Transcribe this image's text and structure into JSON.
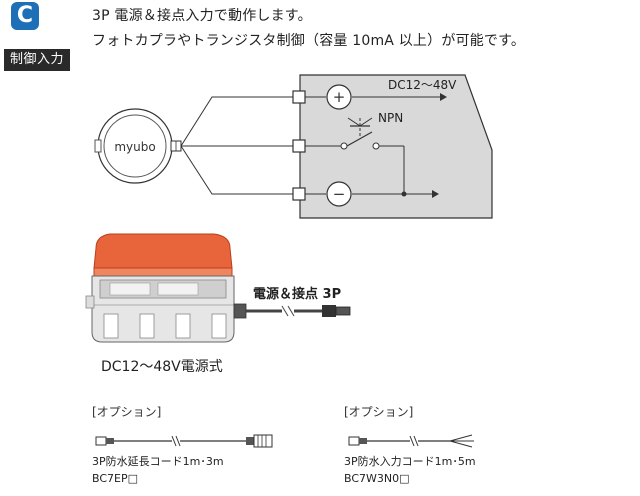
{
  "badge": {
    "letter": "C",
    "label": "制御入力"
  },
  "description": {
    "line1": "3P 電源＆接点入力で動作します。",
    "line2": "フォトカプラやトランジスタ制御（容量 10mA 以上）が可能です。"
  },
  "circuit": {
    "device_label": "myubo",
    "voltage_label": "DC12～48V",
    "transistor_label": "NPN",
    "plus_symbol": "+",
    "minus_symbol": "−"
  },
  "product": {
    "cable_label": "電源＆接点 3P",
    "caption": "DC12～48V電源式"
  },
  "options": [
    {
      "header": "[オプション]",
      "name": "3P防水延長コード1m･3m",
      "code": "BC7EP□"
    },
    {
      "header": "[オプション]",
      "name": "3P防水入力コード1m･5m",
      "code": "BC7W3N0□"
    }
  ],
  "colors": {
    "badge_blue": "#1d6fb8",
    "panel_gray": "#d9d9d9",
    "light_orange": "#e8643a"
  }
}
